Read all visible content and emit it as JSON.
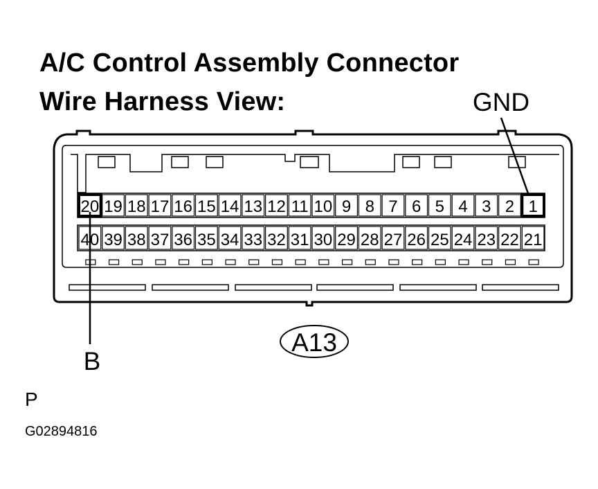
{
  "title_line1": "A/C Control Assembly Connector",
  "title_line2": "Wire Harness View:",
  "gnd_label": "GND",
  "b_label": "B",
  "connector_code": "A13",
  "p_label": "P",
  "figure_code": "G02894816",
  "top_row_pins": [
    "20",
    "19",
    "18",
    "17",
    "16",
    "15",
    "14",
    "13",
    "12",
    "11",
    "10",
    "9",
    "8",
    "7",
    "6",
    "5",
    "4",
    "3",
    "2",
    "1"
  ],
  "bottom_row_pins": [
    "40",
    "39",
    "38",
    "37",
    "36",
    "35",
    "34",
    "33",
    "32",
    "31",
    "30",
    "29",
    "28",
    "27",
    "26",
    "25",
    "24",
    "23",
    "22",
    "21"
  ],
  "highlighted_pins": [
    "20",
    "1"
  ]
}
